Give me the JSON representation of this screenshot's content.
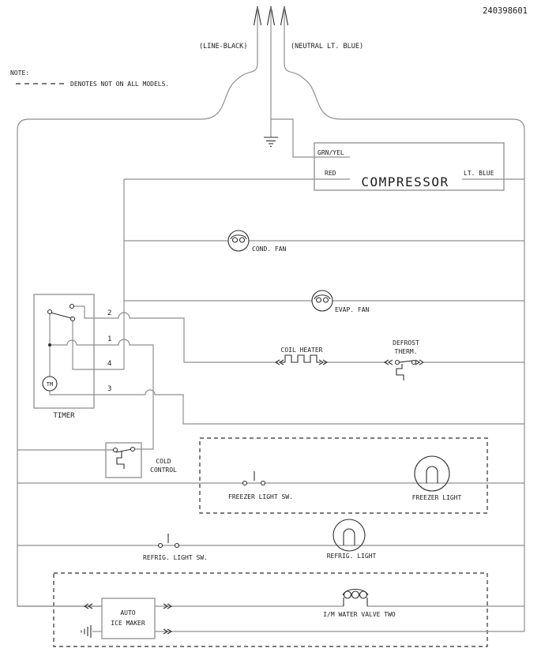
{
  "doc_number": "240398601",
  "note": {
    "title": "NOTE:",
    "legend": "DENOTES NOT ON ALL MODELS."
  },
  "supply": {
    "line_label": "(LINE-BLACK)",
    "neutral_label": "(NEUTRAL LT. BLUE)"
  },
  "compressor": {
    "name": "COMPRESSOR",
    "terminal_ground": "GRN/YEL",
    "terminal_run": "RED",
    "terminal_neutral": "LT. BLUE"
  },
  "components": {
    "cond_fan": "COND. FAN",
    "evap_fan": "EVAP. FAN",
    "coil_heater": "COIL HEATER",
    "defrost_therm_line1": "DEFROST",
    "defrost_therm_line2": "THERM.",
    "timer": {
      "label": "TIMER",
      "motor": "TM",
      "terminals": [
        "2",
        "1",
        "4",
        "3"
      ]
    },
    "cold_control_line1": "COLD",
    "cold_control_line2": "CONTROL",
    "freezer_light_sw": "FREEZER LIGHT SW.",
    "freezer_light": "FREEZER LIGHT",
    "refrig_light_sw": "REFRIG. LIGHT SW.",
    "refrig_light": "REFRIG. LIGHT",
    "ice_maker_line1": "AUTO",
    "ice_maker_line2": "ICE MAKER",
    "water_valve": "I/M WATER VALVE TWO"
  },
  "colors": {
    "background": "#ffffff",
    "wire": "#8f8f8f",
    "symbol": "#2e2e2e",
    "text": "#1c1c1c"
  }
}
